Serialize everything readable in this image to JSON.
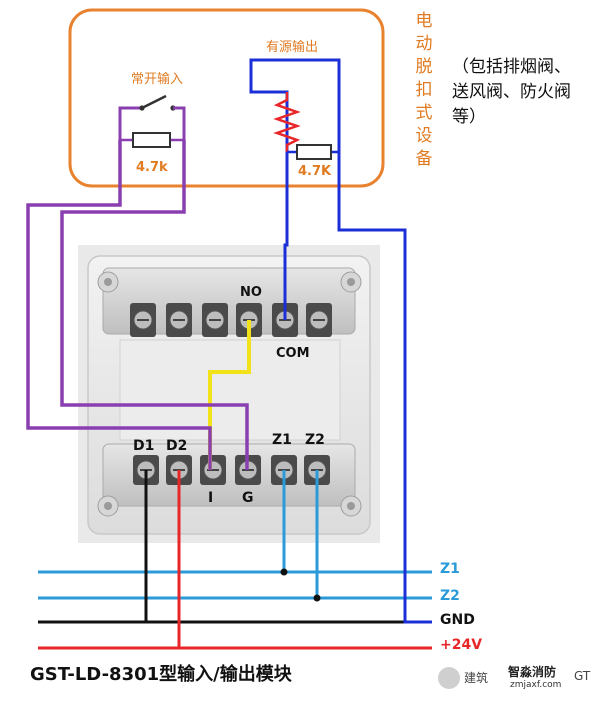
{
  "device_box": {
    "side_label": "电动脱扣式设备",
    "normally_open_label": "常开输入",
    "active_output_label": "有源输出",
    "resistor_left": "4.7k",
    "resistor_right": "4.7K"
  },
  "note": {
    "line1": "（包括排烟阀、",
    "line2": "送风阀、防火阀",
    "line3": "等）"
  },
  "terminals": {
    "no": "NO",
    "com": "COM",
    "d1": "D1",
    "d2": "D2",
    "i": "I",
    "g": "G",
    "z1": "Z1",
    "z2": "Z2"
  },
  "bus": {
    "z1": "Z1",
    "z2": "Z2",
    "gnd": "GND",
    "plus24v": "+24V"
  },
  "title": "GST-LD-8301型输入/输出模块",
  "watermark": {
    "name": "建筑",
    "brand": "智淼消防",
    "site": "zmjaxf.com",
    "suffix": "GT"
  },
  "colors": {
    "device_border": "#e8822e",
    "purple": "#8a3fb1",
    "blue": "#1c2fd6",
    "yellow": "#f2e21a",
    "cyan": "#2b9ad8",
    "red": "#e8262a",
    "black": "#111111"
  }
}
